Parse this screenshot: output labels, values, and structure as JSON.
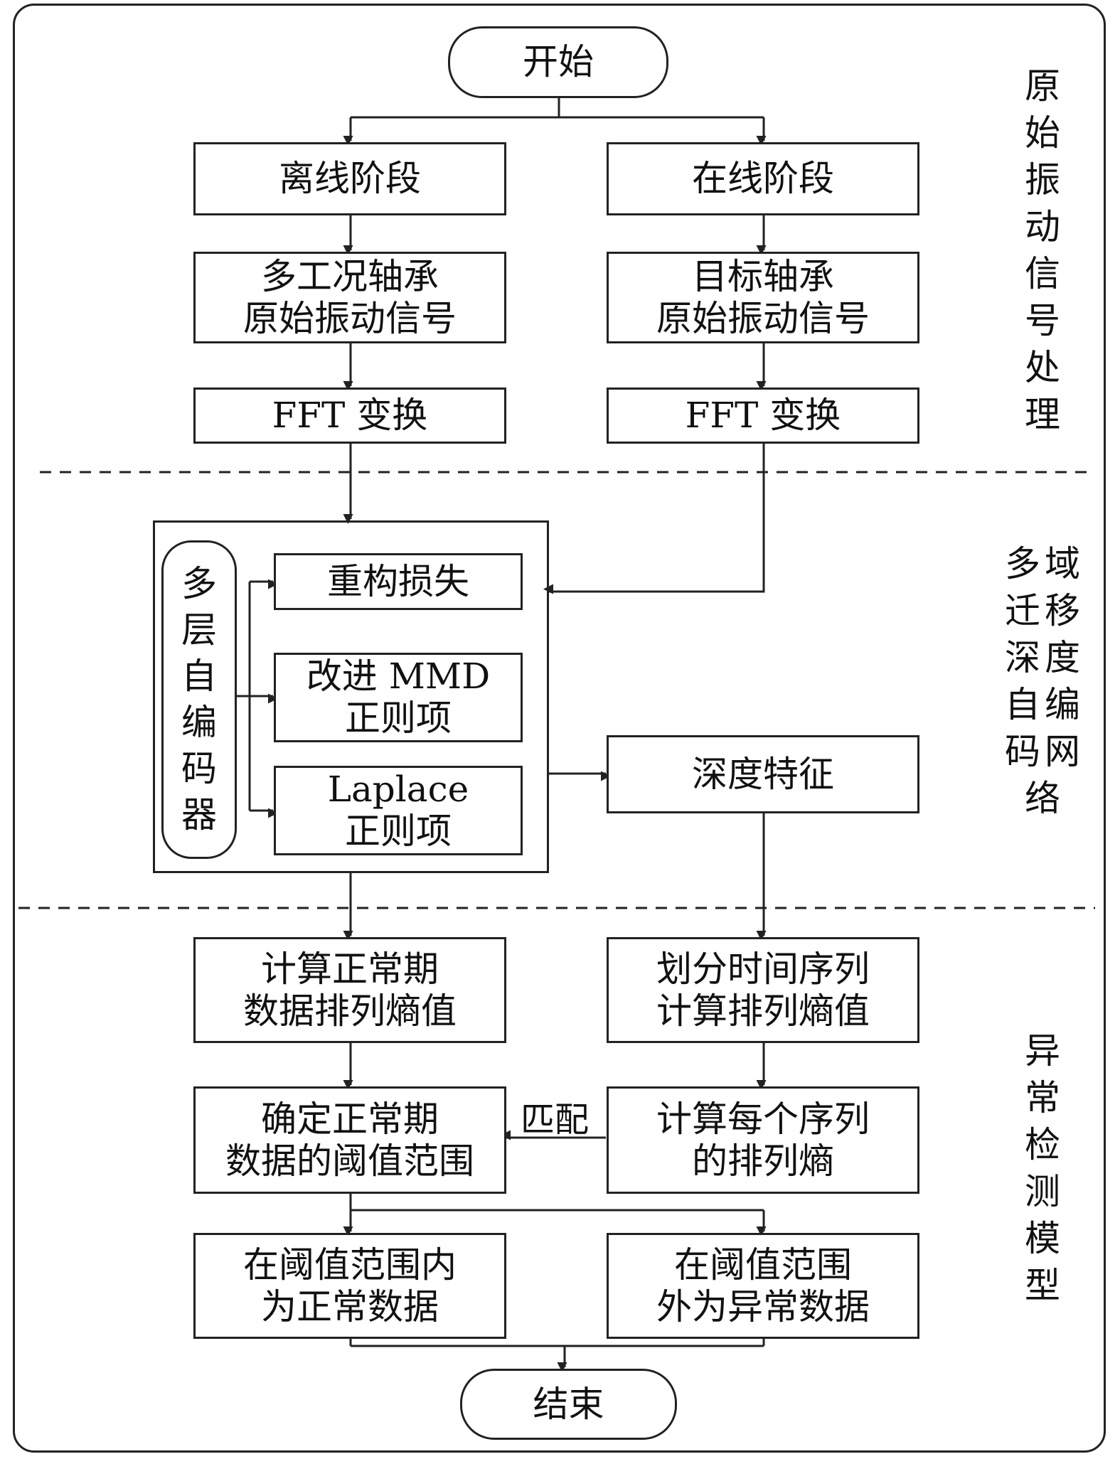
{
  "nodes": {
    "start": "开始",
    "offline": "离线阶段",
    "online": "在线阶段",
    "offline_signal": [
      "多工况轴承",
      "原始振动信号"
    ],
    "online_signal": [
      "目标轴承",
      "原始振动信号"
    ],
    "offline_fft": "FFT 变换",
    "online_fft": "FFT 变换",
    "autoencoder": [
      "多",
      "层",
      "自",
      "编",
      "码",
      "器"
    ],
    "recon_loss": "重构损失",
    "mmd": [
      "改进 MMD",
      "正则项"
    ],
    "laplace": [
      "Laplace",
      "正则项"
    ],
    "deep_feature": "深度特征",
    "normal_entropy": [
      "计算正常期",
      "数据排列熵值"
    ],
    "series_entropy": [
      "划分时间序列",
      "计算排列熵值"
    ],
    "threshold": [
      "确定正常期",
      "数据的阈值范围"
    ],
    "each_entropy": [
      "计算每个序列",
      "的排列熵"
    ],
    "match": "匹配",
    "normal_data": [
      "在阈值范围内",
      "为正常数据"
    ],
    "abnormal_data": [
      "在阈值范围",
      "外为异常数据"
    ],
    "end": "结束"
  },
  "sections": {
    "signal_processing": [
      "原",
      "始",
      "振",
      "动",
      "信",
      "号",
      "处",
      "理"
    ],
    "transfer_network": [
      [
        "多",
        "域"
      ],
      [
        "迁",
        "移"
      ],
      [
        "深",
        "度"
      ],
      [
        "自",
        "编"
      ],
      [
        "码",
        "网"
      ],
      [
        "络"
      ]
    ],
    "anomaly_model": [
      "异",
      "常",
      "检",
      "测",
      "模",
      "型"
    ]
  }
}
